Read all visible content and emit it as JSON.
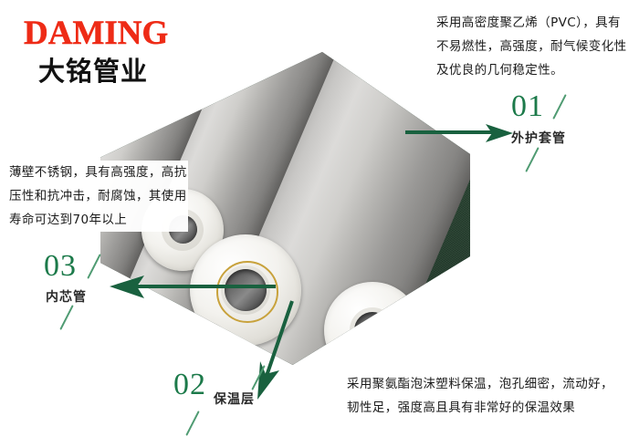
{
  "brand": {
    "name_en": "DAMING",
    "name_cn": "大铭管业",
    "color_en": "#ee2b16",
    "color_cn": "#111111"
  },
  "theme": {
    "accent_green": "#1c7a4a",
    "arrow_green": "#19613f",
    "slash_green": "#4f9b72",
    "photo_felt": "#274536",
    "pipe_grey": "#c8c7c5"
  },
  "annotations": [
    {
      "id": "01",
      "number": "01",
      "label": "外护套管",
      "description": "采用高密度聚乙烯（PVC），具有不易燃性，高强度，耐气候变化性及优良的几何稳定性。"
    },
    {
      "id": "02",
      "number": "02",
      "label": "保温层",
      "description": "采用聚氨酯泡沫塑料保温，泡孔细密，流动好，韧性足，强度高且具有非常好的保温效果"
    },
    {
      "id": "03",
      "number": "03",
      "label": "内芯管",
      "description": "薄壁不锈钢，具有高强度，高抗压性和抗冲击，耐腐蚀，其使用寿命可达到70年以上"
    }
  ],
  "photo": {
    "alt": "保温管材产品实拍：三根灰色外护套管斜置于绿色绒布上，端面可见白色保温层与不锈钢内芯管"
  }
}
